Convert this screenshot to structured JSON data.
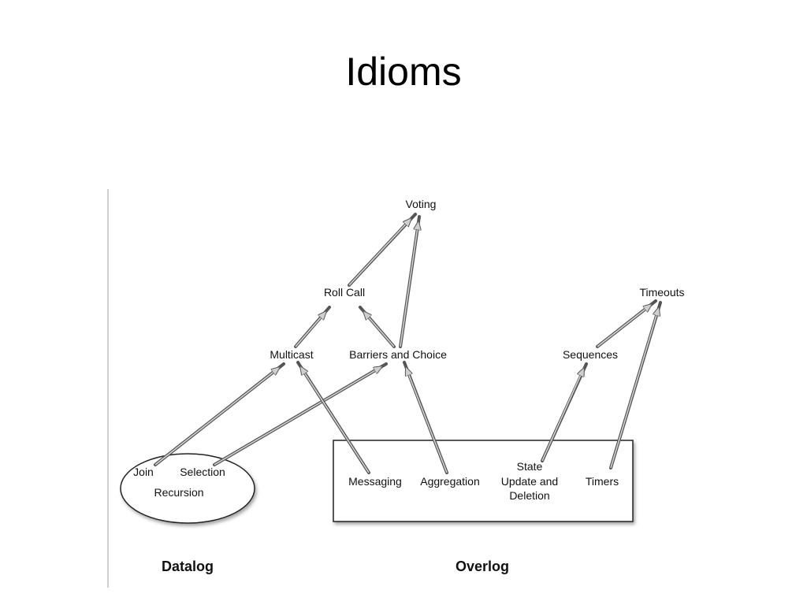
{
  "slide": {
    "title": "Idioms"
  },
  "diagram": {
    "nodes": {
      "voting": "Voting",
      "roll_call": "Roll Call",
      "timeouts": "Timeouts",
      "multicast": "Multicast",
      "barriers_and_choice": "Barriers and Choice",
      "sequences": "Sequences",
      "join": "Join",
      "selection": "Selection",
      "recursion": "Recursion",
      "messaging": "Messaging",
      "aggregation": "Aggregation",
      "state_line1": "State",
      "state_line2": "Update and",
      "state_line3": "Deletion",
      "timers": "Timers"
    },
    "groups": {
      "datalog": "Datalog",
      "overlog": "Overlog"
    }
  }
}
